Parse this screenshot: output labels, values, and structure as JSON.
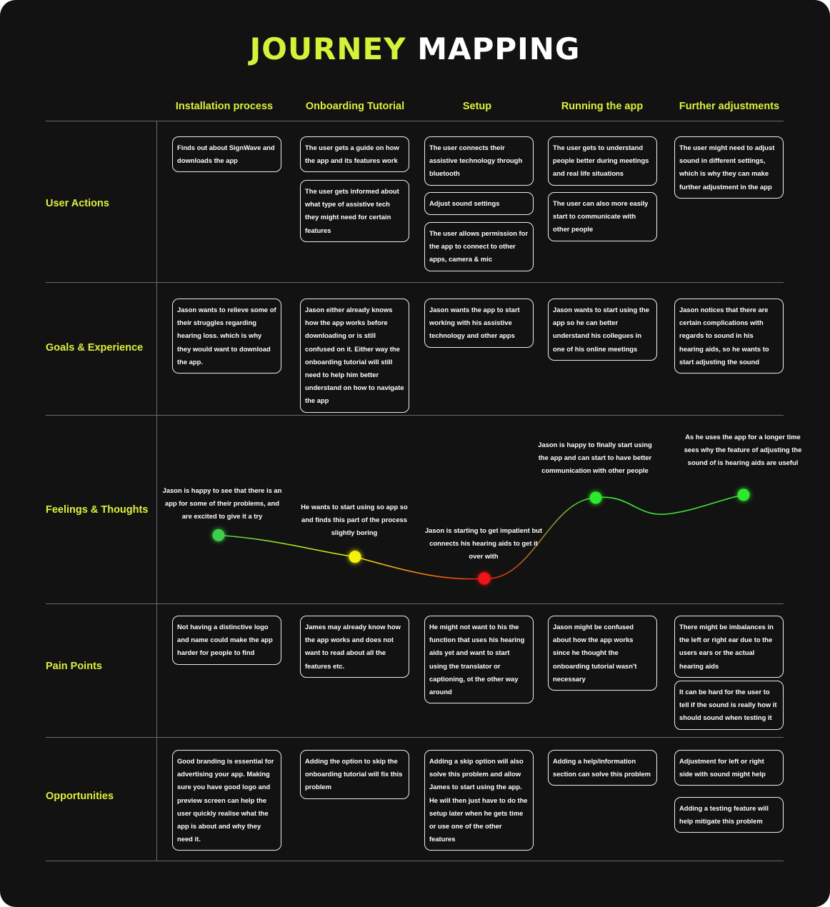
{
  "title": {
    "part1": "JOURNEY",
    "part2": "MAPPING"
  },
  "columns": [
    "Installation process",
    "Onboarding Tutorial",
    "Setup",
    "Running the app",
    "Further adjustments"
  ],
  "rows": {
    "user_actions": {
      "label": "User Actions",
      "cards": [
        [
          "Finds out about SignWave and downloads the app"
        ],
        [
          "The user gets a guide on how the app and its features work",
          "The user gets informed about what type of assistive tech they might need for certain features"
        ],
        [
          "The user connects their assistive technology through bluetooth",
          "Adjust sound settings",
          "The user allows permission for the app to connect to other apps, camera & mic"
        ],
        [
          "The user gets to understand people better during meetings and real life situations",
          "The user can also more easily start to communicate with other people"
        ],
        [
          "The user might need to adjust sound in different settings, which is why they can make further adjustment in the app"
        ]
      ]
    },
    "goals": {
      "label": "Goals & Experience",
      "cards": [
        [
          "Jason wants to relieve some of their struggles regarding hearing loss. which is why they would want to download the app."
        ],
        [
          "Jason either already knows how the app works before downloading or is still confused on it. Either way the onboarding tutorial will still need to help him better understand on how to navigate the app"
        ],
        [
          "Jason wants the app to start working with his assistive technology and other apps"
        ],
        [
          "Jason wants to start using the app so he can better understand his collegues in one of his online meetings"
        ],
        [
          "Jason notices that there are certain complications with regards to sound in his hearing aids, so he wants to start adjusting the sound"
        ]
      ]
    },
    "feelings": {
      "label": "Feelings & Thoughts",
      "points": [
        {
          "text": "Jason is happy to see that there is an app for some of their problems, and are excited to give it a try",
          "color": "#3ecf4a",
          "level": 0.62
        },
        {
          "text": "He wants to start using so app so and finds this part of the process slightly boring",
          "color": "#f4f20c",
          "level": 0.4
        },
        {
          "text": "Jason is starting to get impatient but connects his hearing aids to get it over with",
          "color": "#f01414",
          "level": 0.18
        },
        {
          "text": "Jason is happy to finally start using the app and can start to have better communication with other people",
          "color": "#2ee82e",
          "level": 1.0
        },
        {
          "text": "As he uses the app for a longer time sees why the feature of adjusting the sound of is hearing aids are useful",
          "color": "#2ee82e",
          "level": 1.03
        }
      ]
    },
    "pain": {
      "label": "Pain Points",
      "cards": [
        [
          "Not having a distinctive logo and name could make the app harder for people to find"
        ],
        [
          "James may already know how the app works and does not want to read about all the features etc."
        ],
        [
          "He might not want to his the function that uses his hearing aids yet and want to start using the translator or captioning, ot the other way around"
        ],
        [
          "Jason might be confused about how the app works since he thought the onboarding tutorial wasn't necessary"
        ],
        [
          "There might be imbalances in the left or right ear due to the users ears or the actual hearing aids",
          "It can be hard for the user to tell if the sound is really how it should sound when testing it"
        ]
      ]
    },
    "opportunities": {
      "label": "Opportunities",
      "cards": [
        [
          "Good branding is essential for advertising your app. Making sure you have good logo and preview screen can help the user quickly realise what the app is about and why they need it."
        ],
        [
          "Adding the option to skip the onboarding tutorial will fix this problem"
        ],
        [
          "Adding a skip option will also solve this problem and allow James to start using the app. He will then just have to do the setup later when he gets time or use one of the other features"
        ],
        [
          "Adding a help/information section can solve this problem"
        ],
        [
          "Adjustment for left or right side with sound might help",
          "Adding a testing feature will help mitigate this problem"
        ]
      ]
    }
  }
}
